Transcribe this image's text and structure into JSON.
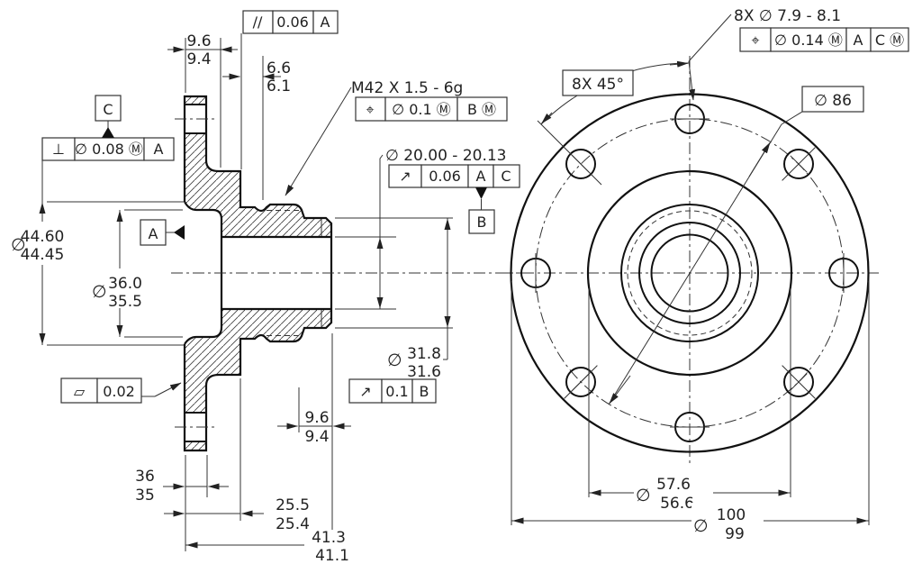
{
  "left_view": {
    "dims": {
      "phi": "∅",
      "flange_offset": {
        "upper": "9.6",
        "lower": "9.4"
      },
      "undercut": {
        "upper": "6.6",
        "lower": "6.1"
      },
      "thread_label": "M42  X  1.5 - 6g",
      "bore_label": "∅ 20.00 - 20.13",
      "hub_od": {
        "upper": "44.60",
        "lower": "44.45"
      },
      "hub_bore": {
        "upper": "36.0",
        "lower": "35.5"
      },
      "spigot_od": {
        "upper": "31.8",
        "lower": "31.6"
      },
      "flange_thickness": {
        "upper": "36",
        "lower": "35"
      },
      "hub_length": {
        "upper": "25.5",
        "lower": "25.4"
      },
      "overall_length": {
        "upper": "41.3",
        "lower": "41.1"
      },
      "spigot_length": {
        "upper": "9.6",
        "lower": "9.4"
      }
    },
    "fcf": {
      "parallelism": {
        "symbol": "∕∕",
        "tolerance": "0.06",
        "datum1": "A"
      },
      "perpendicularity": {
        "symbol": "⊥",
        "tolerance": "∅ 0.08 Ⓜ",
        "datum1": "A"
      },
      "position_thread": {
        "symbol": "⌖",
        "tolerance": "∅ 0.1 Ⓜ",
        "datum1": "B Ⓜ"
      },
      "runout_bore": {
        "symbol": "↗",
        "tolerance": "0.06",
        "datum1": "A",
        "datum2": "C"
      },
      "runout_spigot": {
        "symbol": "↗",
        "tolerance": "0.1",
        "datum1": "B"
      },
      "flatness": {
        "symbol": "▱",
        "tolerance": "0.02"
      }
    },
    "datums": {
      "a": "A",
      "b": "B",
      "c": "C"
    }
  },
  "right_view": {
    "dims": {
      "holes_label": "8X  ∅ 7.9 - 8.1",
      "angle_label": "8X  45°",
      "bolt_circle_label": "∅ 86",
      "boss_od": {
        "upper": "57.6",
        "lower": "56.6"
      },
      "outer_od": {
        "upper": "100",
        "lower": "99"
      }
    },
    "fcf": {
      "position_holes": {
        "symbol": "⌖",
        "tolerance": "∅ 0.14 Ⓜ",
        "datum1": "A",
        "datum2": "C Ⓜ"
      }
    }
  }
}
